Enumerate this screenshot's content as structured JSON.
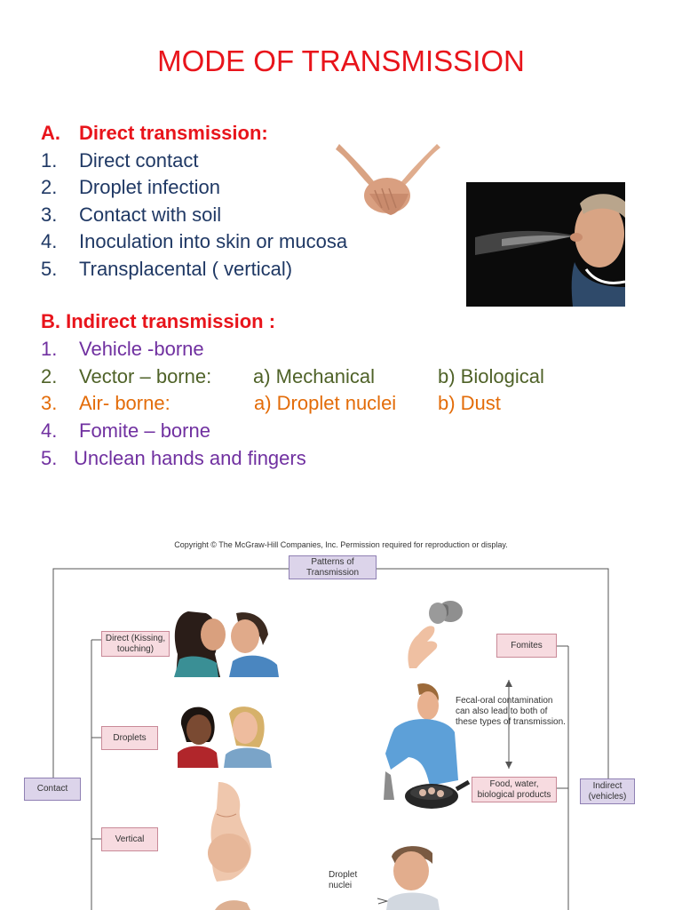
{
  "title": "MODE OF TRANSMISSION",
  "direct": {
    "heading_num": "A.",
    "heading": "Direct transmission:",
    "items": [
      {
        "num": "1.",
        "text": "Direct contact"
      },
      {
        "num": "2.",
        "text": "Droplet infection"
      },
      {
        "num": "3.",
        "text": "Contact with soil"
      },
      {
        "num": "4.",
        "text": "Inoculation into skin or mucosa"
      },
      {
        "num": "5.",
        "text": "Transplacental  ( vertical)"
      }
    ]
  },
  "indirect": {
    "heading": "B. Indirect transmission :",
    "items": [
      {
        "num": "1.",
        "text": "Vehicle -borne",
        "col2": "",
        "col3": ""
      },
      {
        "num": "2.",
        "text": "Vector – borne:",
        "col2": "a) Mechanical",
        "col3": "b) Biological"
      },
      {
        "num": "3.",
        "text": "Air- borne:",
        "col2": "a) Droplet nuclei",
        "col3": "b) Dust"
      },
      {
        "num": "4.",
        "text": "Fomite – borne",
        "col2": "",
        "col3": ""
      },
      {
        "num": "5.",
        "text": "Unclean hands and fingers",
        "col2": "",
        "col3": ""
      }
    ]
  },
  "diagram": {
    "copyright": "Copyright © The McGraw-Hill Companies, Inc. Permission required for reproduction or display.",
    "root": "Patterns of Transmission",
    "contact": "Contact",
    "indirect": "Indirect (vehicles)",
    "direct": "Direct (Kissing, touching)",
    "droplets": "Droplets",
    "vertical": "Vertical",
    "fomites": "Fomites",
    "food": "Food, water, biological products",
    "note": "Fecal-oral contamination can also lead to both of these types of transmission.",
    "droplet_nuclei": "Droplet nuclei"
  }
}
